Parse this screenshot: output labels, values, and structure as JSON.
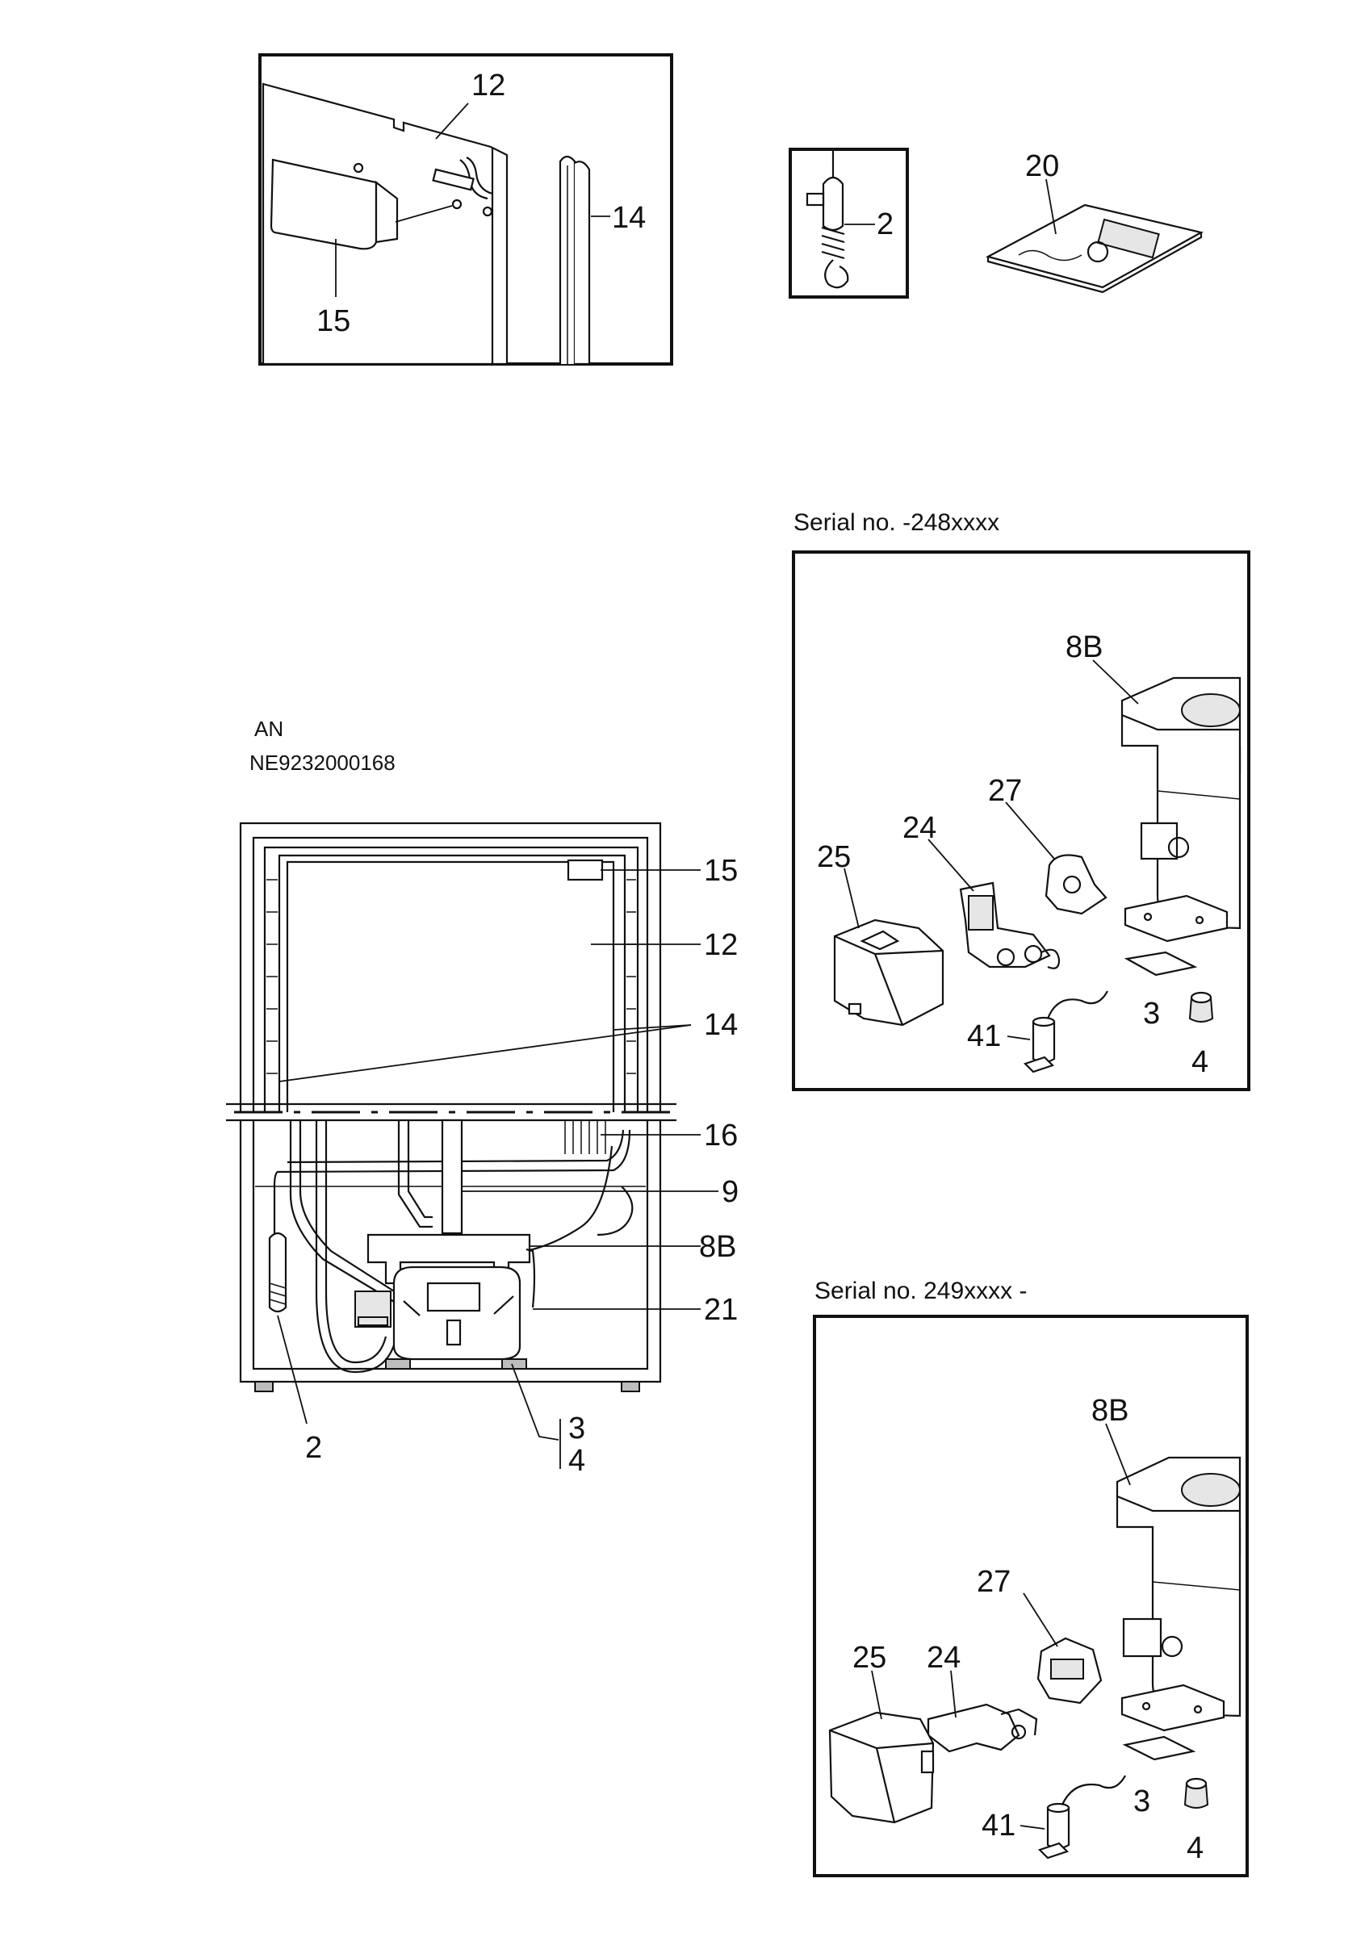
{
  "captions": {
    "serial_a": "Serial no. -248xxxx",
    "serial_b": "Serial no. 249xxxx -",
    "model_code": "AN",
    "part_number": "NE9232000168"
  },
  "panel_door": {
    "labels": {
      "evaporator_plate": "12",
      "door_seal": "14",
      "shelf_holder": "15"
    }
  },
  "panel_thermostat": {
    "labels": {
      "thermostat_sensor": "2"
    }
  },
  "manual_item": {
    "labels": {
      "instruction_booklet": "20"
    }
  },
  "main_unit": {
    "labels": {
      "holder": "15",
      "plate": "12",
      "seal": "14",
      "condenser": "16",
      "pipe": "9",
      "compressor": "8B",
      "drain": "21",
      "sensor": "2",
      "foot_a": "3",
      "foot_b": "4"
    }
  },
  "detail_a": {
    "labels": {
      "compressor": "8B",
      "relay": "27",
      "bracket": "24",
      "cover": "25",
      "clip": "3",
      "grommet": "4",
      "capacitor": "41"
    }
  },
  "detail_b": {
    "labels": {
      "compressor": "8B",
      "relay": "27",
      "bracket": "24",
      "cover": "25",
      "clip": "3",
      "grommet": "4",
      "capacitor": "41"
    }
  }
}
